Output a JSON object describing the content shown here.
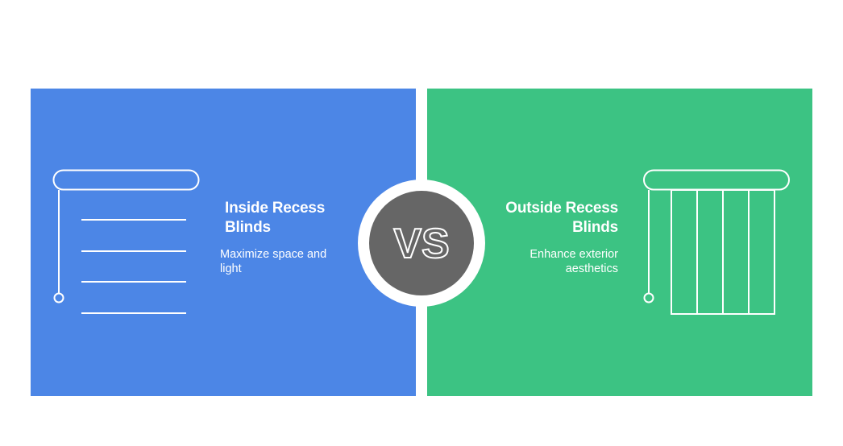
{
  "colors": {
    "left_panel": "#4c86e6",
    "right_panel": "#3cc383",
    "vs_circle": "#666666",
    "vs_ring": "#ffffff",
    "line": "#ffffff"
  },
  "left": {
    "title_line1": "Inside Recess",
    "title_line2": "Blinds",
    "desc_line1": "Maximize space and",
    "desc_line2": "light",
    "icon": "horizontal-blinds-icon"
  },
  "right": {
    "title_line1": "Outside Recess",
    "title_line2": "Blinds",
    "desc_line1": "Enhance exterior",
    "desc_line2": "aesthetics",
    "icon": "vertical-blinds-icon"
  },
  "center": {
    "label": "VS"
  }
}
